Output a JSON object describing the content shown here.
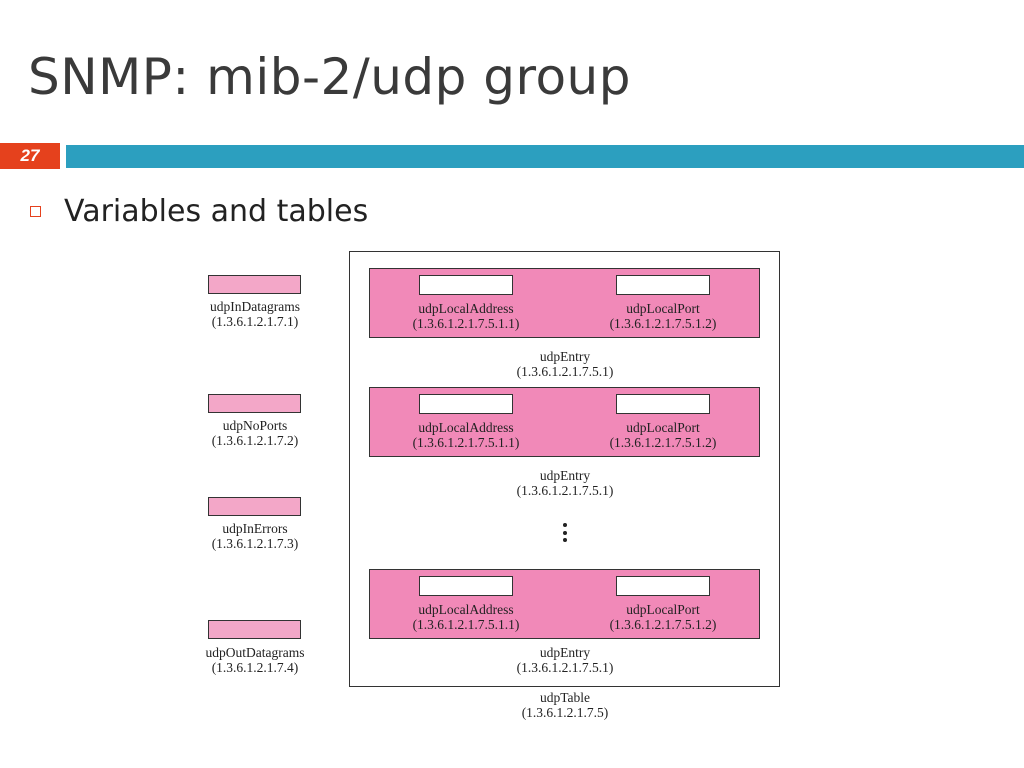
{
  "slide": {
    "title": "SNMP: mib-2/udp group",
    "number": "27",
    "bullet": "Variables and tables"
  },
  "colors": {
    "accent_bar": "#2c9fbf",
    "number_badge": "#e5411d",
    "entry_fill": "#f189b8",
    "variable_fill": "#f3a7c8"
  },
  "figure": {
    "variables": [
      {
        "name": "udpInDatagrams",
        "oid": "(1.3.6.1.2.1.7.1)"
      },
      {
        "name": "udpNoPorts",
        "oid": "(1.3.6.1.2.1.7.2)"
      },
      {
        "name": "udpInErrors",
        "oid": "(1.3.6.1.2.1.7.3)"
      },
      {
        "name": "udpOutDatagrams",
        "oid": "(1.3.6.1.2.1.7.4)"
      }
    ],
    "entries": [
      {
        "fields": [
          {
            "name": "udpLocalAddress",
            "oid": "(1.3.6.1.2.1.7.5.1.1)"
          },
          {
            "name": "udpLocalPort",
            "oid": "(1.3.6.1.2.1.7.5.1.2)"
          }
        ],
        "name": "udpEntry",
        "oid": "(1.3.6.1.2.1.7.5.1)"
      },
      {
        "fields": [
          {
            "name": "udpLocalAddress",
            "oid": "(1.3.6.1.2.1.7.5.1.1)"
          },
          {
            "name": "udpLocalPort",
            "oid": "(1.3.6.1.2.1.7.5.1.2)"
          }
        ],
        "name": "udpEntry",
        "oid": "(1.3.6.1.2.1.7.5.1)"
      },
      {
        "fields": [
          {
            "name": "udpLocalAddress",
            "oid": "(1.3.6.1.2.1.7.5.1.1)"
          },
          {
            "name": "udpLocalPort",
            "oid": "(1.3.6.1.2.1.7.5.1.2)"
          }
        ],
        "name": "udpEntry",
        "oid": "(1.3.6.1.2.1.7.5.1)"
      }
    ],
    "table": {
      "name": "udpTable",
      "oid": "(1.3.6.1.2.1.7.5)"
    }
  }
}
